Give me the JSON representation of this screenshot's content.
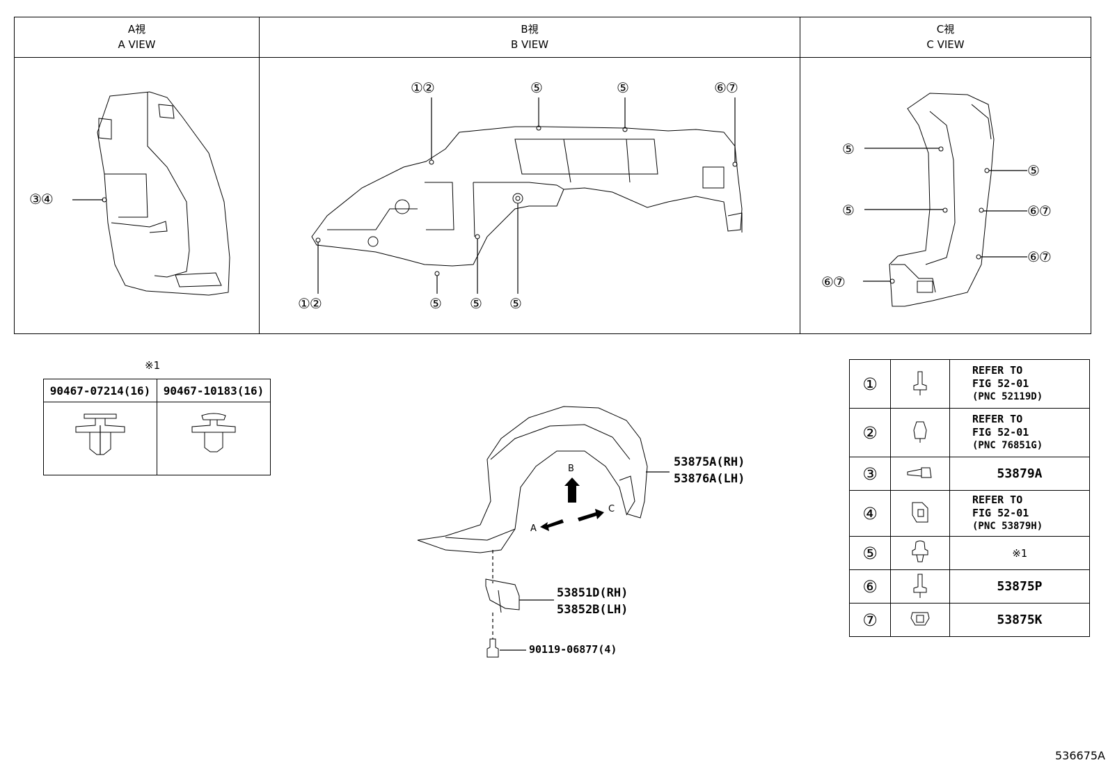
{
  "views": [
    {
      "jp": "A視",
      "en": "A VIEW"
    },
    {
      "jp": "B視",
      "en": "B VIEW"
    },
    {
      "jp": "C視",
      "en": "C VIEW"
    }
  ],
  "callouts": {
    "a_34": "③④",
    "b_12_top": "①②",
    "b_5_top1": "⑤",
    "b_5_top2": "⑤",
    "b_67_top": "⑥⑦",
    "b_12_bot": "①②",
    "b_5_bot1": "⑤",
    "b_5_bot2": "⑤",
    "b_5_bot3": "⑤",
    "c_5_l1": "⑤",
    "c_5_r1": "⑤",
    "c_5_l2": "⑤",
    "c_67_r1": "⑥⑦",
    "c_67_r2": "⑥⑦",
    "c_67_l": "⑥⑦"
  },
  "clip_table": {
    "note": "※1",
    "headers": [
      "90467-07214(16)",
      "90467-10183(16)"
    ]
  },
  "parts": {
    "liner": [
      "53875A(RH)",
      "53876A(LH)"
    ],
    "flap": [
      "53851D(RH)",
      "53852B(LH)"
    ],
    "bolt": "90119-06877(4)",
    "arrow_a": "A",
    "arrow_b": "B",
    "arrow_c": "C"
  },
  "legend": [
    {
      "num": "①",
      "lines": [
        "REFER TO",
        "FIG 52-01",
        "(PNC 52119D)"
      ],
      "icon": "screw-icon"
    },
    {
      "num": "②",
      "lines": [
        "REFER TO",
        "FIG 52-01",
        "(PNC 76851G)"
      ],
      "icon": "push-clip-icon"
    },
    {
      "num": "③",
      "part": "53879A",
      "icon": "side-screw-icon"
    },
    {
      "num": "④",
      "lines": [
        "REFER TO",
        "FIG 52-01",
        "(PNC 53879H)"
      ],
      "icon": "retainer-icon"
    },
    {
      "num": "⑤",
      "part": "※1",
      "icon": "rivet-clip-icon"
    },
    {
      "num": "⑥",
      "part": "53875P",
      "icon": "screw-icon"
    },
    {
      "num": "⑦",
      "part": "53875K",
      "icon": "nut-icon"
    }
  ],
  "footer_code": "536675A"
}
